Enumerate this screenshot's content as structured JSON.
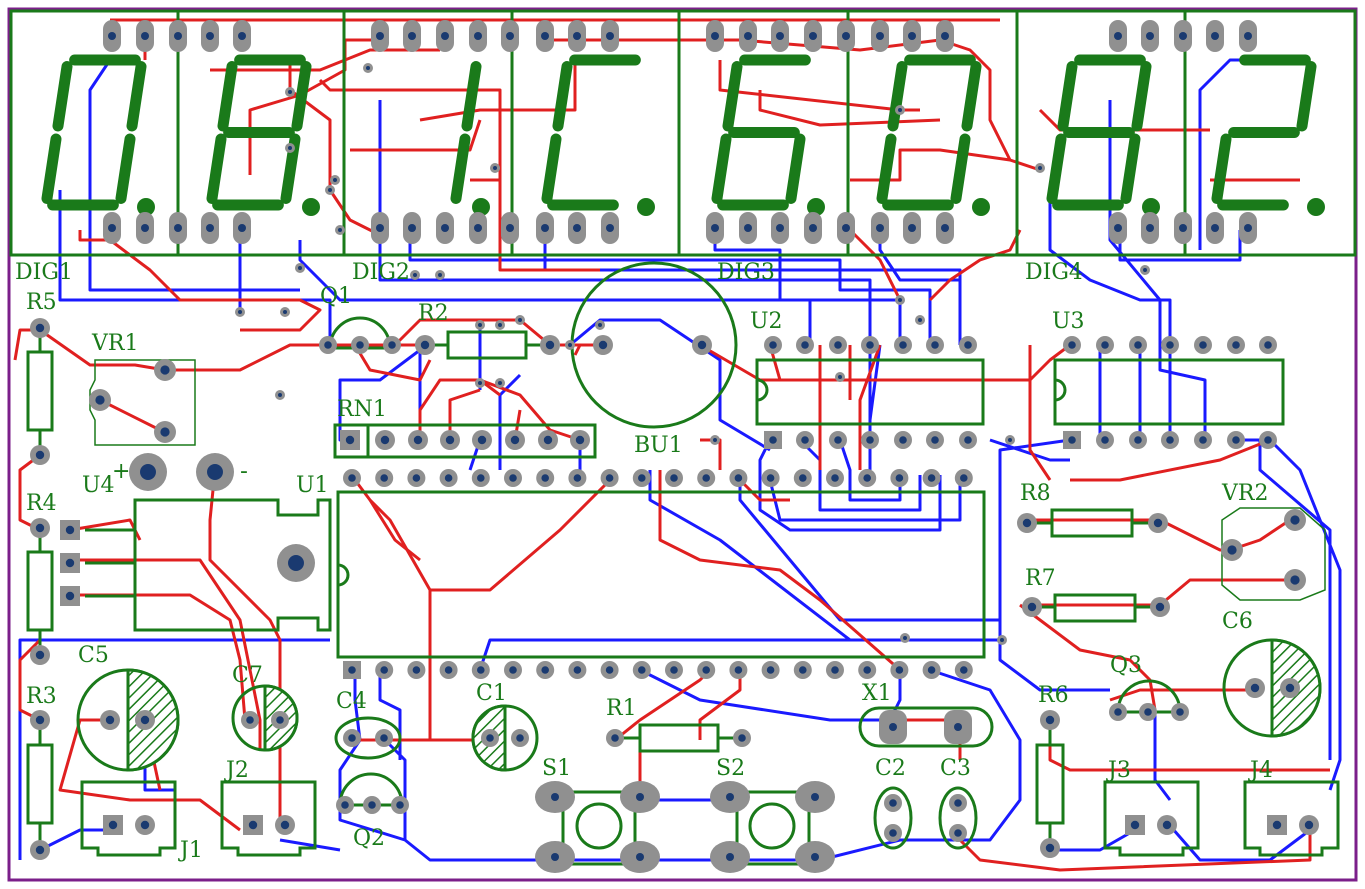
{
  "colors": {
    "board_outline": "#7b1f8a",
    "silkscreen": "#1a7a1a",
    "top_copper": "#e02020",
    "bottom_copper": "#1a1aff",
    "pad": "#909090",
    "drill": "#1a3a70",
    "background": "#ffffff"
  },
  "display": {
    "digit_glyphs": [
      "0",
      "8",
      "1",
      "C",
      "6",
      "0",
      "8",
      "2"
    ],
    "digit_labels": [
      "DIG1",
      "DIG2",
      "DIG3",
      "DIG4"
    ]
  },
  "components": {
    "R5": "R5",
    "VR1": "VR1",
    "Q1": "Q1",
    "R2": "R2",
    "U2": "U2",
    "U3": "U3",
    "BU1": "BU1",
    "RN1": "RN1",
    "U4": "U4",
    "U1": "U1",
    "R4": "R4",
    "R8": "R8",
    "VR2": "VR2",
    "R7": "R7",
    "C6": "C6",
    "C5": "C5",
    "C7": "C7",
    "C4": "C4",
    "C1": "C1",
    "R1": "R1",
    "X1": "X1",
    "R6": "R6",
    "Q3": "Q3",
    "R3": "R3",
    "S1": "S1",
    "S2": "S2",
    "C2": "C2",
    "C3": "C3",
    "J2": "J2",
    "J3": "J3",
    "J4": "J4",
    "J1": "J1",
    "Q2": "Q2"
  },
  "polarity": {
    "plus": "+",
    "minus": "-"
  }
}
